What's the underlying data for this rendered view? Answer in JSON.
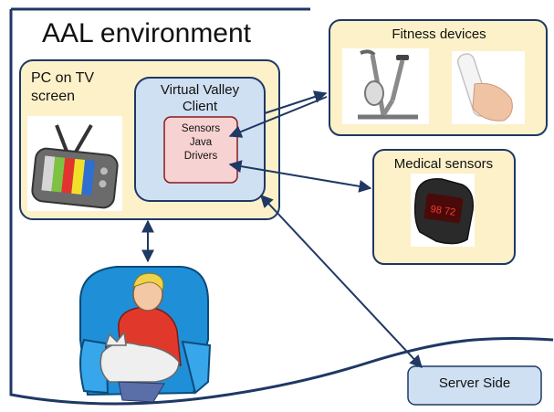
{
  "title": "AAL environment",
  "pc_box": {
    "label_line1": "PC on TV",
    "label_line2": "screen"
  },
  "client_box": {
    "label_line1": "Virtual Valley",
    "label_line2": "Client"
  },
  "drivers_box": {
    "line1": "Sensors",
    "line2": "Java",
    "line3": "Drivers"
  },
  "fitness_box": {
    "label": "Fitness devices"
  },
  "medical_box": {
    "label": "Medical sensors"
  },
  "server_box": {
    "label": "Server Side"
  },
  "colors": {
    "panel_fill": "#fdf1c9",
    "client_fill": "#cfe0f3",
    "drivers_fill": "#f7d2d2",
    "server_fill": "#cfe0f3",
    "arrow": "#1f3864"
  },
  "icons": [
    "tv-icon",
    "exercise-bike-icon",
    "wii-remote-icon",
    "pulse-oximeter-icon",
    "person-on-couch-with-cat-icon"
  ]
}
